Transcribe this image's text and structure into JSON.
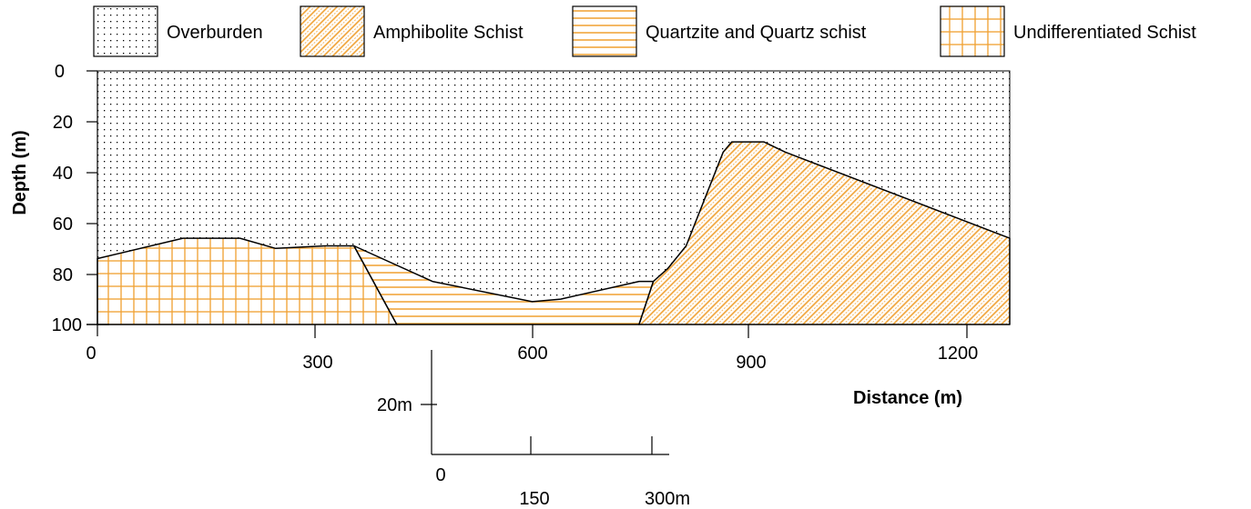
{
  "legend": {
    "items": [
      {
        "label": "Overburden",
        "pattern": "dots"
      },
      {
        "label": "Amphibolite Schist",
        "pattern": "diagonal-hatch"
      },
      {
        "label": "Quartzite and Quartz schist",
        "pattern": "horizontal-lines"
      },
      {
        "label": "Undifferentiated Schist",
        "pattern": "grid"
      }
    ]
  },
  "colors": {
    "hatch_orange": "#f0a030",
    "outline": "#000000",
    "dots": "#000000",
    "background": "#ffffff"
  },
  "axes": {
    "y_label": "Depth (m)",
    "y_ticks": [
      "0",
      "20",
      "40",
      "60",
      "80",
      "100"
    ],
    "x_label": "Distance (m)",
    "x_ticks": [
      "0",
      "300",
      "600",
      "900",
      "1200"
    ]
  },
  "scale_bar": {
    "vertical_label": "20m",
    "ticks": [
      "0",
      "150",
      "300m"
    ]
  },
  "chart_data": {
    "type": "cross-section",
    "xlabel": "Distance (m)",
    "ylabel": "Depth (m)",
    "xlim": [
      0,
      1280
    ],
    "ylim": [
      0,
      100
    ],
    "y_inverted": true,
    "legend_position": "top",
    "units": [
      {
        "name": "Undifferentiated Schist",
        "boundary": [
          [
            0,
            74
          ],
          [
            120,
            66
          ],
          [
            200,
            66
          ],
          [
            250,
            70
          ],
          [
            320,
            69
          ],
          [
            360,
            69
          ],
          [
            420,
            100
          ],
          [
            0,
            100
          ]
        ]
      },
      {
        "name": "Quartzite and Quartz schist",
        "boundary": [
          [
            360,
            69
          ],
          [
            470,
            83
          ],
          [
            610,
            91
          ],
          [
            650,
            90
          ],
          [
            760,
            83
          ],
          [
            780,
            83
          ],
          [
            760,
            100
          ],
          [
            420,
            100
          ]
        ]
      },
      {
        "name": "Amphibolite Schist",
        "boundary": [
          [
            780,
            83
          ],
          [
            800,
            78
          ],
          [
            826,
            69
          ],
          [
            878,
            32
          ],
          [
            890,
            28
          ],
          [
            935,
            28
          ],
          [
            965,
            32
          ],
          [
            1280,
            66
          ],
          [
            1280,
            100
          ],
          [
            760,
            100
          ]
        ]
      }
    ]
  }
}
